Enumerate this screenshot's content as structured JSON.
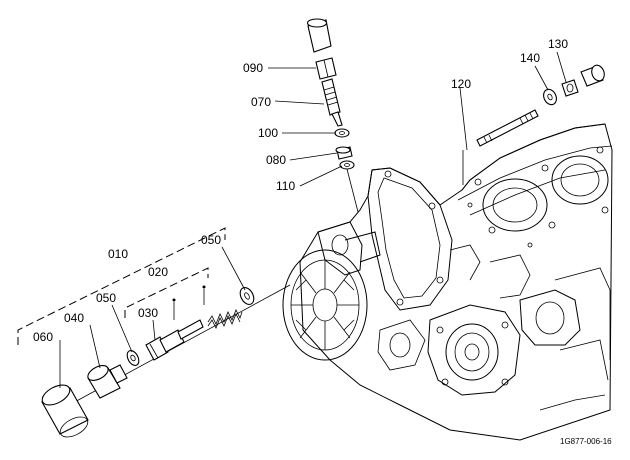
{
  "figure_code": "1G877-006-16",
  "callouts": [
    {
      "id": "c090",
      "text": "090"
    },
    {
      "id": "c070",
      "text": "070"
    },
    {
      "id": "c100",
      "text": "100"
    },
    {
      "id": "c080",
      "text": "080"
    },
    {
      "id": "c110",
      "text": "110"
    },
    {
      "id": "c120",
      "text": "120"
    },
    {
      "id": "c140",
      "text": "140"
    },
    {
      "id": "c130",
      "text": "130"
    },
    {
      "id": "c010",
      "text": "010"
    },
    {
      "id": "c050a",
      "text": "050"
    },
    {
      "id": "c020",
      "text": "020"
    },
    {
      "id": "c050b",
      "text": "050"
    },
    {
      "id": "c040",
      "text": "040"
    },
    {
      "id": "c030",
      "text": "030"
    },
    {
      "id": "c060",
      "text": "060"
    }
  ]
}
